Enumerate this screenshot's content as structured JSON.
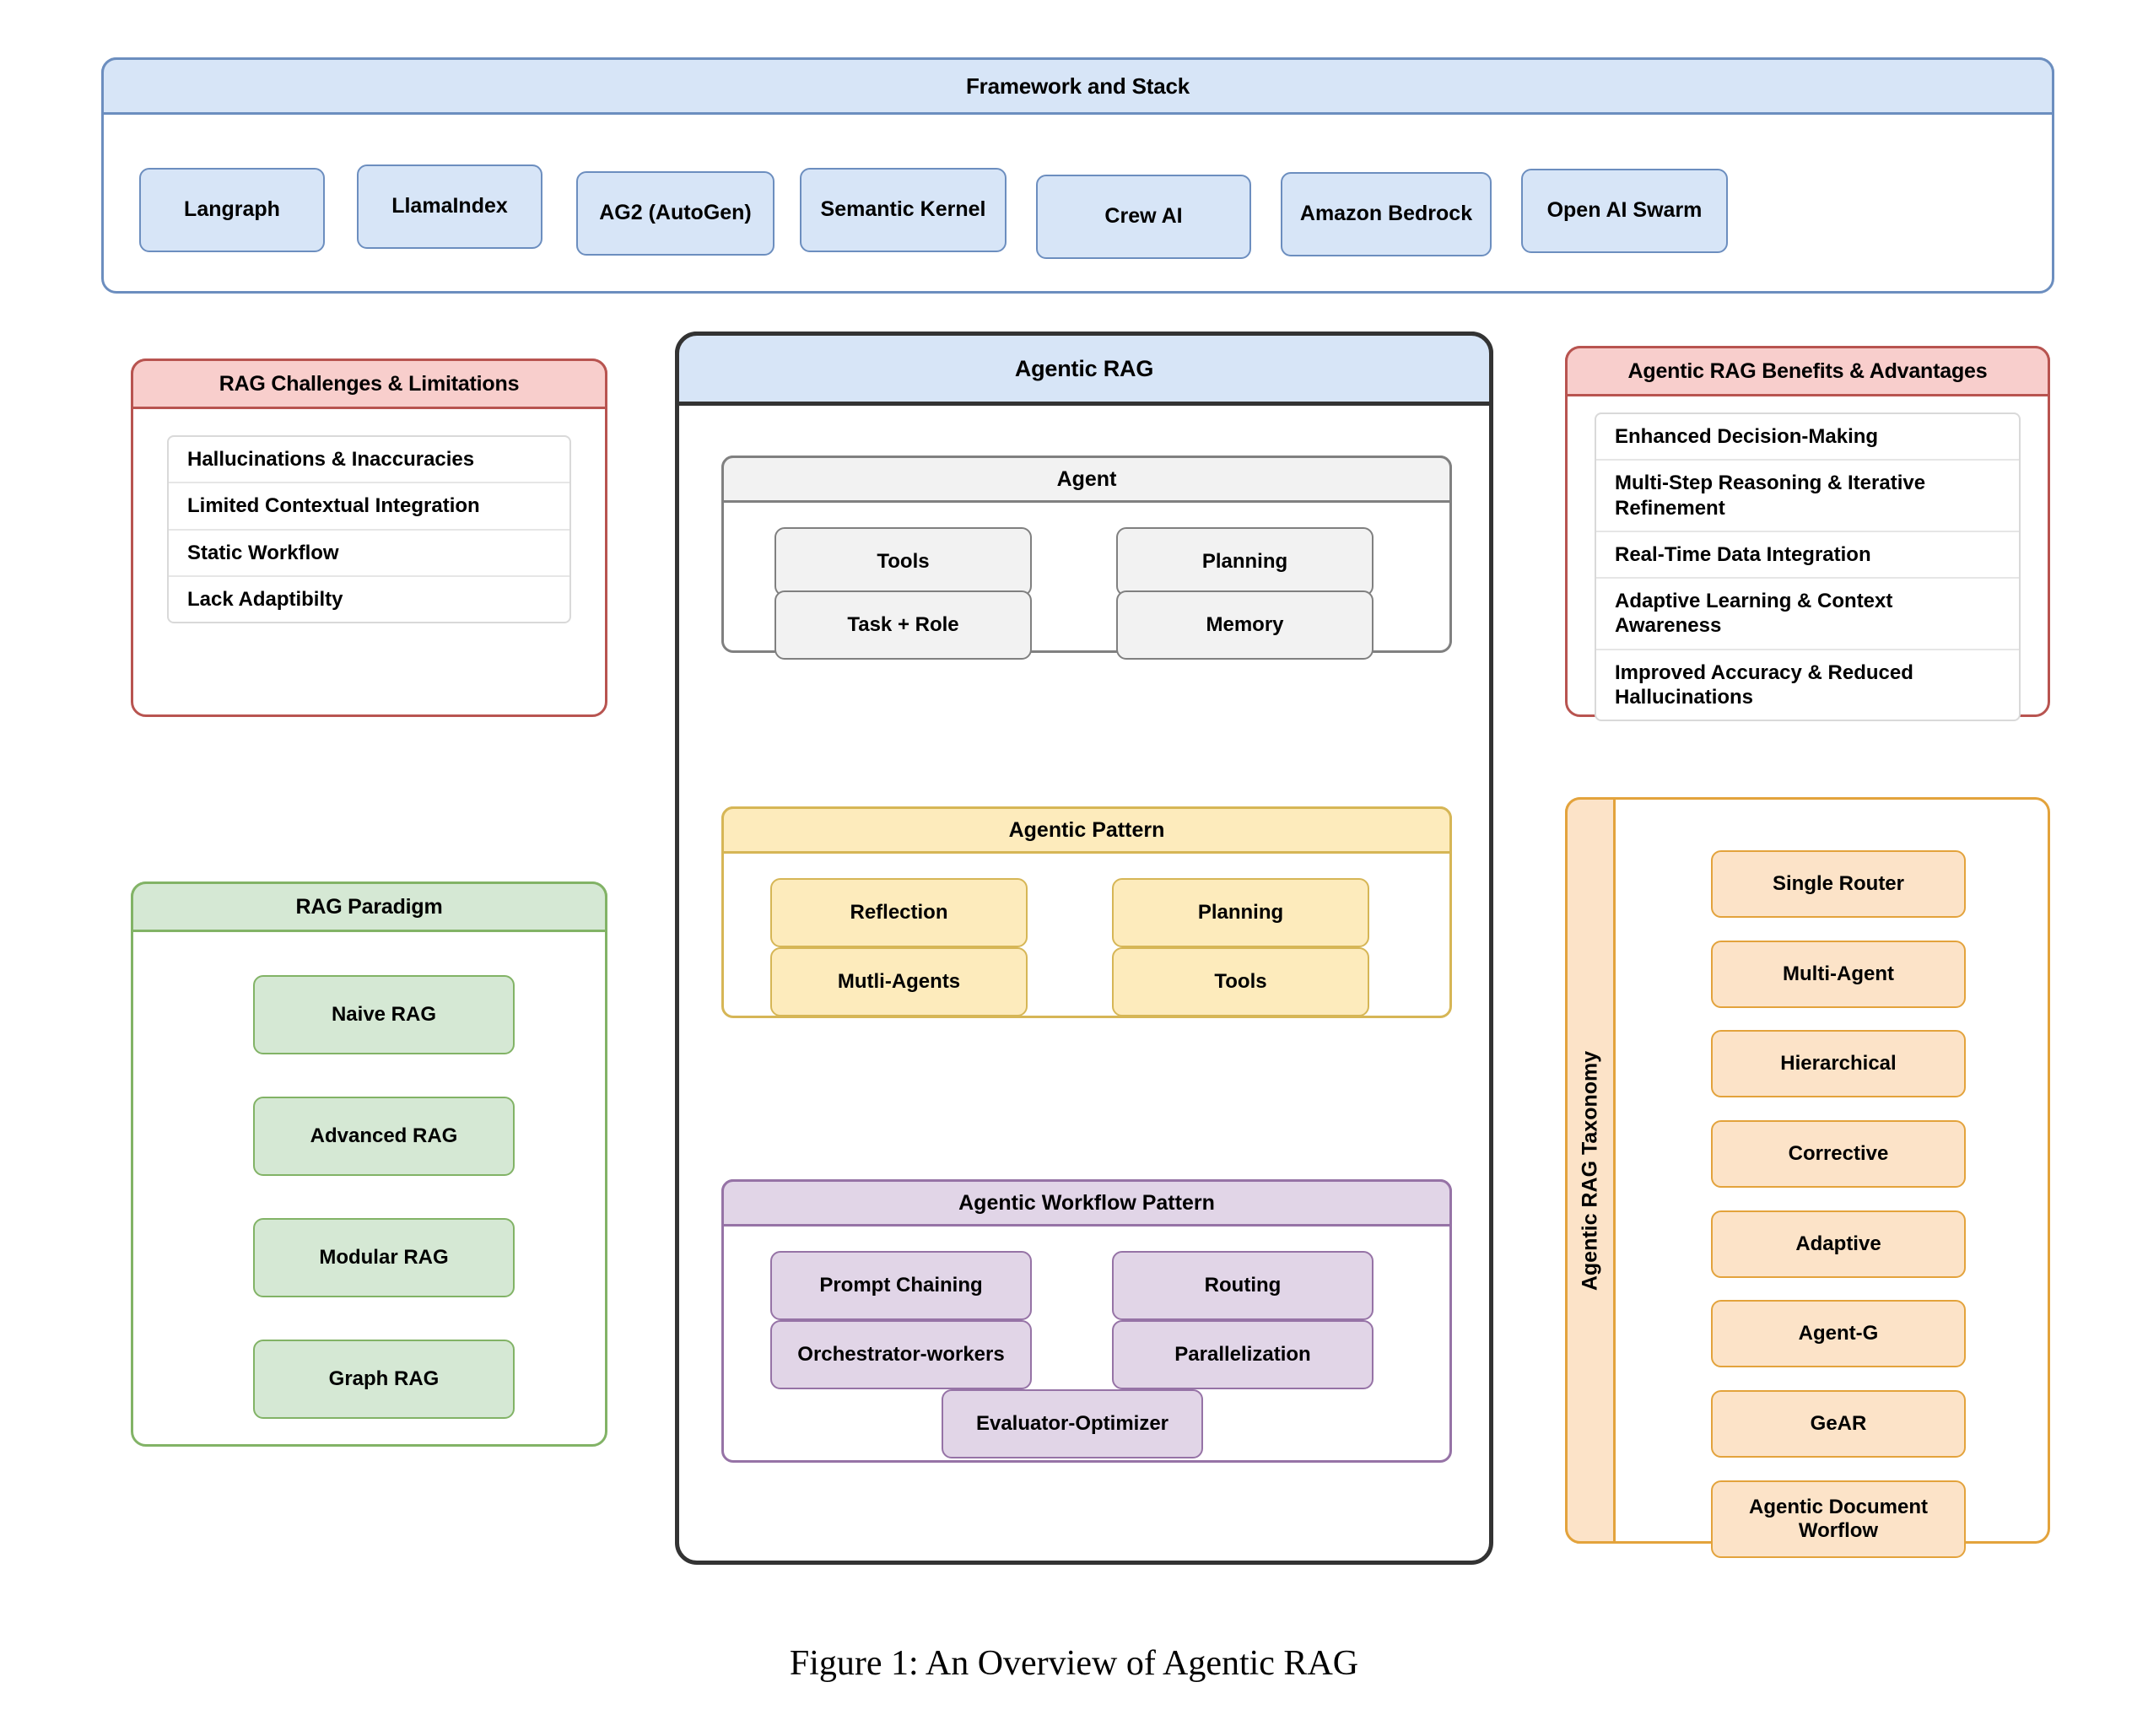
{
  "figure": {
    "caption": "Figure 1: An Overview of Agentic RAG"
  },
  "colors": {
    "blue_fill": "#D7E5F7",
    "blue_border": "#6C8EBF",
    "red_fill": "#F8CECC",
    "red_border": "#B85450",
    "green_fill": "#D5E8D4",
    "green_border": "#82B366",
    "yellow_fill": "#FDEBBC",
    "yellow_border": "#D6B656",
    "purple_fill": "#E1D5E7",
    "purple_border": "#9673A6",
    "orange_fill": "#FCE3C8",
    "orange_border": "#E3A33C",
    "gray_fill": "#F2F2F2",
    "gray_border": "#808080",
    "dark_border": "#333333"
  },
  "framework": {
    "title": "Framework and Stack",
    "items": [
      {
        "label": "Langraph"
      },
      {
        "label": "LlamaIndex"
      },
      {
        "label": "AG2 (AutoGen)"
      },
      {
        "label": "Semantic Kernel"
      },
      {
        "label": "Crew AI"
      },
      {
        "label": "Amazon Bedrock"
      },
      {
        "label": "Open AI Swarm"
      }
    ]
  },
  "challenges": {
    "title": "RAG Challenges & Limitations",
    "items": [
      {
        "label": "Hallucinations & Inaccuracies"
      },
      {
        "label": "Limited Contextual Integration"
      },
      {
        "label": "Static Workflow"
      },
      {
        "label": "Lack Adaptibilty"
      }
    ]
  },
  "paradigm": {
    "title": "RAG Paradigm",
    "items": [
      {
        "label": "Naive RAG"
      },
      {
        "label": "Advanced RAG"
      },
      {
        "label": "Modular RAG"
      },
      {
        "label": "Graph RAG"
      }
    ]
  },
  "agentic_rag": {
    "title": "Agentic RAG",
    "agent": {
      "title": "Agent",
      "items": [
        {
          "label": "Tools"
        },
        {
          "label": "Planning"
        },
        {
          "label": "Task + Role"
        },
        {
          "label": "Memory"
        }
      ]
    },
    "agentic_pattern": {
      "title": "Agentic Pattern",
      "items": [
        {
          "label": "Reflection"
        },
        {
          "label": "Planning"
        },
        {
          "label": "Mutli-Agents"
        },
        {
          "label": "Tools"
        }
      ]
    },
    "workflow_pattern": {
      "title": "Agentic Workflow Pattern",
      "items": [
        {
          "label": "Prompt Chaining"
        },
        {
          "label": "Routing"
        },
        {
          "label": "Orchestrator-workers"
        },
        {
          "label": "Parallelization"
        },
        {
          "label": "Evaluator-Optimizer"
        }
      ]
    }
  },
  "benefits": {
    "title": "Agentic RAG Benefits & Advantages",
    "items": [
      {
        "label": "Enhanced Decision-Making"
      },
      {
        "label": "Multi-Step Reasoning & Iterative Refinement"
      },
      {
        "label": "Real-Time Data Integration"
      },
      {
        "label": "Adaptive Learning & Context Awareness"
      },
      {
        "label": "Improved Accuracy & Reduced Hallucinations"
      }
    ]
  },
  "taxonomy": {
    "title": "Agentic RAG Taxonomy",
    "items": [
      {
        "label": "Single Router"
      },
      {
        "label": "Multi-Agent"
      },
      {
        "label": "Hierarchical"
      },
      {
        "label": "Corrective"
      },
      {
        "label": "Adaptive"
      },
      {
        "label": "Agent-G"
      },
      {
        "label": "GeAR"
      },
      {
        "label": "Agentic Document Worflow"
      }
    ]
  }
}
